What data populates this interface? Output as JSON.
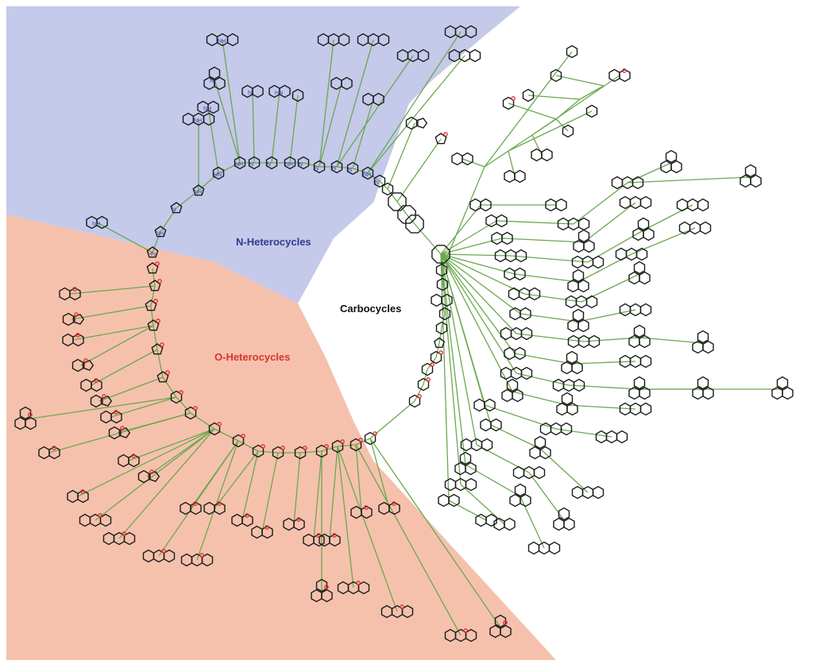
{
  "regions": {
    "n_heterocycles": {
      "label": "N-Heterocycles",
      "color": "#c5c9ea",
      "label_color": "#2f3c8f"
    },
    "o_heterocycles": {
      "label": "O-Heterocycles",
      "color": "#f5c1ad",
      "label_color": "#d9342b"
    },
    "carbocycles": {
      "label": "Carbocycles",
      "color": "#ffffff",
      "label_color": "#111111"
    }
  },
  "colors": {
    "edge": "#6aa84f",
    "ring": "#1a1a1a",
    "heteroatom_o": "#e03030",
    "heteroatom_n": "#3344aa"
  },
  "heteroatom_labels": [
    "HN",
    "NH",
    "N",
    "NH",
    "HN",
    "NH",
    "N",
    "N",
    "NH",
    "N",
    "N",
    "N",
    "N",
    "NH",
    "N",
    "NH",
    "NH",
    "NH",
    "N",
    "NH",
    "N",
    "HN"
  ]
}
